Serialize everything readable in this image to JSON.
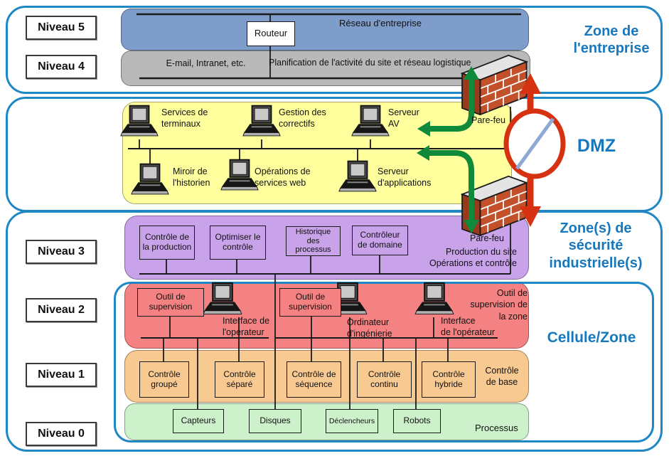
{
  "levels": [
    {
      "label": "Niveau 5"
    },
    {
      "label": "Niveau 4"
    },
    {
      "label": "Niveau 3"
    },
    {
      "label": "Niveau 2"
    },
    {
      "label": "Niveau 1"
    },
    {
      "label": "Niveau 0"
    }
  ],
  "zones": {
    "enterprise": "Zone de l'entreprise",
    "dmz": "DMZ",
    "industrial": "Zone(s) de sécurité industrielle(s)",
    "cell": "Cellule/Zone"
  },
  "enterprise": {
    "network": "Réseau d'entreprise",
    "router": "Routeur",
    "email": "E-mail, Intranet, etc.",
    "planning": "Planification de l'activité du site et réseau logistique"
  },
  "dmz": {
    "firewall_top": "Pare-feu",
    "firewall_bottom": "Pare-feu",
    "nodes": [
      "Services de\nterminaux",
      "Gestion des\ncorrectifs",
      "Serveur\nAV",
      "Miroir de\nl'historien",
      "Opérations de\nservices web",
      "Serveur\nd'applications"
    ]
  },
  "level3": {
    "boxes": [
      "Contrôle de\nla production",
      "Optimiser le\ncontrôle",
      "Historique\ndes\nprocessus",
      "Contrôleur\nde domaine"
    ],
    "side": "Production du site\nOpérations et contrôle"
  },
  "level2": {
    "boxes": [
      "Outil de\nsupervision",
      "Outil de\nsupervision"
    ],
    "labels": [
      "Interface de\nl'opérateur",
      "Ordinateur\nd'ingénierie",
      "Interface\nde l'opérateur"
    ],
    "side": "Outil de\nsupervision de\nla zone"
  },
  "level1": {
    "boxes": [
      "Contrôle\ngroupé",
      "Contrôle\nséparé",
      "Contrôle de\nséquence",
      "Contrôle\ncontinu",
      "Contrôle\nhybride"
    ],
    "side": "Contrôle\nde base"
  },
  "level0": {
    "boxes": [
      "Capteurs",
      "Disques",
      "Déclencheurs",
      "Robots"
    ],
    "side": "Processus"
  },
  "icons": {
    "computer": "computer-icon",
    "firewall": "firewall-icon",
    "blocked_route": "blocked-route-icon",
    "allowed_flow": "green-arrow-icon",
    "blocked_flow": "red-arrow-icon"
  },
  "colors": {
    "zone_border": "#1e87c4",
    "zone_text": "#1878bd",
    "enterprise_band": "#7e9dcb",
    "office_band": "#b9b9b9",
    "dmz_band": "#ffff9d",
    "level3_band": "#c9a3ea",
    "level2_band": "#f58282",
    "level1_band": "#f9c992",
    "level0_band": "#cdf2cb",
    "arrow_green": "#0f8a3a",
    "arrow_red": "#d63111",
    "firewall_brick": "#c2512b"
  }
}
